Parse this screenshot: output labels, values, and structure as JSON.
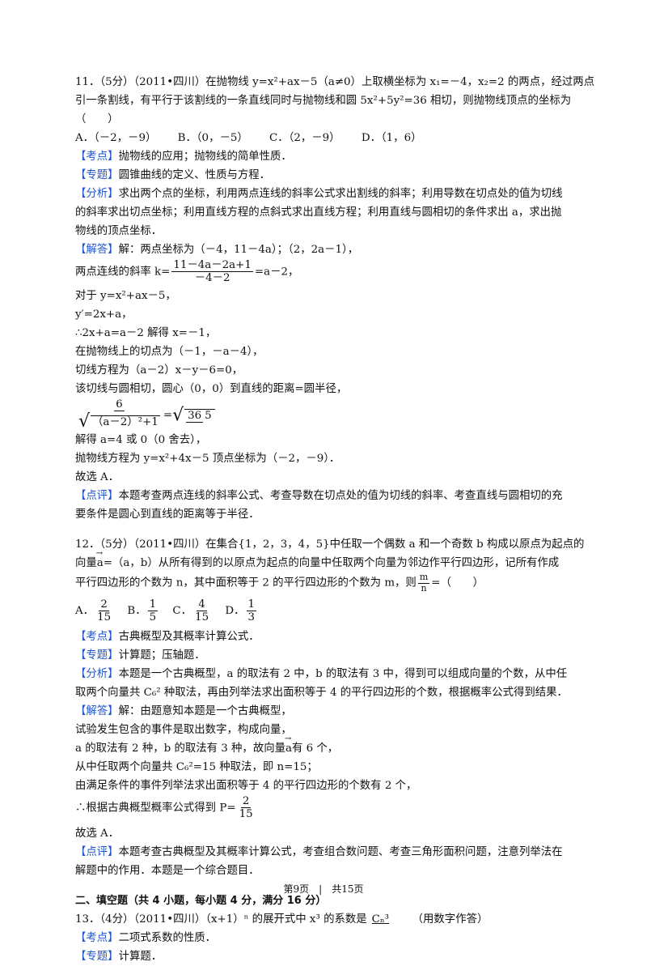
{
  "q11": {
    "l1": "11．（5分）（2011•四川）在抛物线 y=x²+ax－5（a≠0）上取横坐标为 x₁=－4，x₂=2 的两点，经过两点",
    "l2": "引一条割线，有平行于该割线的一条直线同时与抛物线和圆 5x²+5y²=36 相切，则抛物线顶点的坐标为",
    "l3": "（　　）",
    "opts": [
      "A．（－2，－9）",
      "B．（0，－5）",
      "C．（2，－9）",
      "D．（1，6）"
    ],
    "kaodian_tag": "【考点】",
    "kaodian": "抛物线的应用；抛物线的简单性质．",
    "zhuanti_tag": "【专题】",
    "zhuanti": "圆锥曲线的定义、性质与方程．",
    "fenxi_tag": "【分析】",
    "fenxi1": "求出两个点的坐标，利用两点连线的斜率公式求出割线的斜率；利用导数在切点处的值为切线",
    "fenxi2": "的斜率求出切点坐标；利用直线方程的点斜式求出直线方程；利用直线与圆相切的条件求出 a，求出抛",
    "fenxi3": "物线的顶点坐标．",
    "jieda_tag": "【解答】",
    "s1": "解：两点坐标为（－4，11－4a）；（2，2a－1），",
    "s2_pre": "两点连线的斜率 k=",
    "s2_num": "11－4a－2a+1",
    "s2_den": "－4－2",
    "s2_post": "=a－2，",
    "s3": "对于 y=x²+ax－5，",
    "s4": "y′=2x+a，",
    "s5": "∴2x+a=a－2 解得 x=－1，",
    "s6": "在抛物线上的切点为（－1，－a－4），",
    "s7": "切线方程为（a－2）x－y－6=0，",
    "s8": "该切线与圆相切，圆心（0，0）到直线的距离=圆半径，",
    "s9_num": "6",
    "s9_den": "（a－2）²+1",
    "s9_eq": "=",
    "s9_rnum": "36",
    "s9_rden": "5",
    "s10": "解得 a=4 或 0（0 舍去），",
    "s11": "抛物线方程为 y=x²+4x－5 顶点坐标为（－2，－9）．",
    "s12": "故选 A．",
    "dianping_tag": "【点评】",
    "dianping1": "本题考查两点连线的斜率公式、考查导数在切点处的值为切线的斜率、考查直线与圆相切的充",
    "dianping2": "要条件是圆心到直线的距离等于半径．"
  },
  "q12": {
    "l1": "12．（5分）（2011•四川）在集合{1，2，3，4，5}中任取一个偶数 a 和一个奇数 b 构成以原点为起点的",
    "l2_pre": "向量",
    "l2_vec": "a",
    "l2_post": "=（a，b）从所有得到的以原点为起点的向量中任取两个向量为邻边作平行四边形，记所有作成",
    "l3_pre": "平行四边形的个数为 n，其中面积等于 2 的平行四边形的个数为 m，则",
    "l3_num": "m",
    "l3_den": "n",
    "l3_post": "=（　　）",
    "opts": [
      {
        "label": "A．",
        "num": "2",
        "den": "15"
      },
      {
        "label": "B．",
        "num": "1",
        "den": "5"
      },
      {
        "label": "C．",
        "num": "4",
        "den": "15"
      },
      {
        "label": "D．",
        "num": "1",
        "den": "3"
      }
    ],
    "kaodian_tag": "【考点】",
    "kaodian": "古典概型及其概率计算公式．",
    "zhuanti_tag": "【专题】",
    "zhuanti": "计算题；压轴题．",
    "fenxi_tag": "【分析】",
    "fenxi1": "本题是一个古典概型，a 的取法有 2 中，b 的取法有 3 中，得到可以组成向量的个数，从中任",
    "fenxi2": "取两个向量共 C₆² 种取法，再由列举法求出面积等于 4 的平行四边形的个数，根据概率公式得到结果．",
    "jieda_tag": "【解答】",
    "s1": "解：由题意知本题是一个古典概型，",
    "s2": "试验发生包含的事件是取出数字，构成向量，",
    "s3_pre": "a 的取法有 2 种，b 的取法有 3 种，故向量",
    "s3_vec": "a",
    "s3_post": "有 6 个，",
    "s4": "从中任取两个向量共 C₆²=15 种取法，即 n=15；",
    "s5": "由满足条件的事件列举法求出面积等于 4 的平行四边形的个数有 2 个，",
    "s6_pre": "∴根据古典概型概率公式得到 P=",
    "s6_num": "2",
    "s6_den": "15",
    "s7": "故选 A．",
    "dianping_tag": "【点评】",
    "dianping1": "本题考查古典概型及其概率计算公式，考查组合数问题、考查三角形面积问题，注意列举法在",
    "dianping2": "解题中的作用．本题是一个综合题目．"
  },
  "section2": "二、填空题（共 4 小题，每小题 4 分，满分 16 分）",
  "q13": {
    "pre": "13．（4分）（2011•四川）（x+1）ⁿ 的展开式中 x³ 的系数是",
    "blank": "Cₙ³",
    "post": "（用数字作答）",
    "kaodian_tag": "【考点】",
    "kaodian": "二项式系数的性质．",
    "zhuanti_tag": "【专题】",
    "zhuanti": "计算题．"
  },
  "footer": "第9页　|　共15页"
}
